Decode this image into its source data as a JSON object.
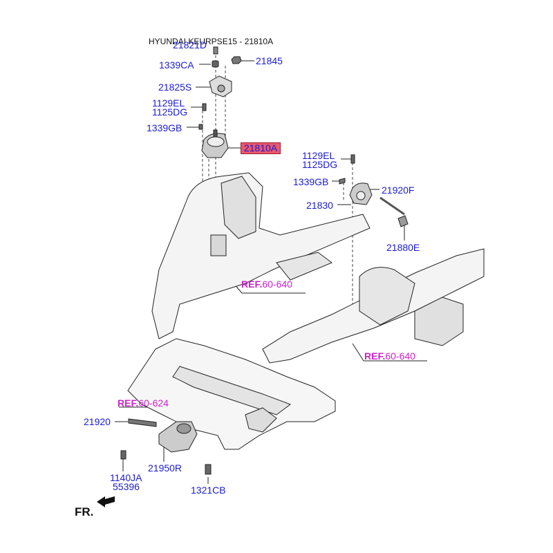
{
  "header": {
    "title": "HYUNDAI KEURPSE15 - 21810A"
  },
  "colors": {
    "label": "#1a1ad6",
    "reference": "#cc22cc",
    "highlight": "#e8586c",
    "line": "#222222"
  },
  "labels": {
    "p21821D": "21821D",
    "p1339CA": "1339CA",
    "p21845": "21845",
    "p21825S": "21825S",
    "p1129EL_a": "1129EL",
    "p1125DG_a": "1125DG",
    "p1339GB_a": "1339GB",
    "p21810A": "21810A",
    "p1129EL_b": "1129EL",
    "p1125DG_b": "1125DG",
    "p1339GB_b": "1339GB",
    "p21920F": "21920F",
    "p21830": "21830",
    "p21880E": "21880E",
    "p21920": "21920",
    "p21950R": "21950R",
    "p1140JA": "1140JA",
    "p55396": "55396",
    "p1321CB": "1321CB"
  },
  "references": {
    "ref1": {
      "prefix": "REF.",
      "code": "60-640"
    },
    "ref2": {
      "prefix": "REF.",
      "code": "60-640"
    },
    "ref3": {
      "prefix": "REF.",
      "code": "60-624"
    }
  },
  "direction": {
    "label": "FR.",
    "icon": "front-arrow-icon"
  }
}
